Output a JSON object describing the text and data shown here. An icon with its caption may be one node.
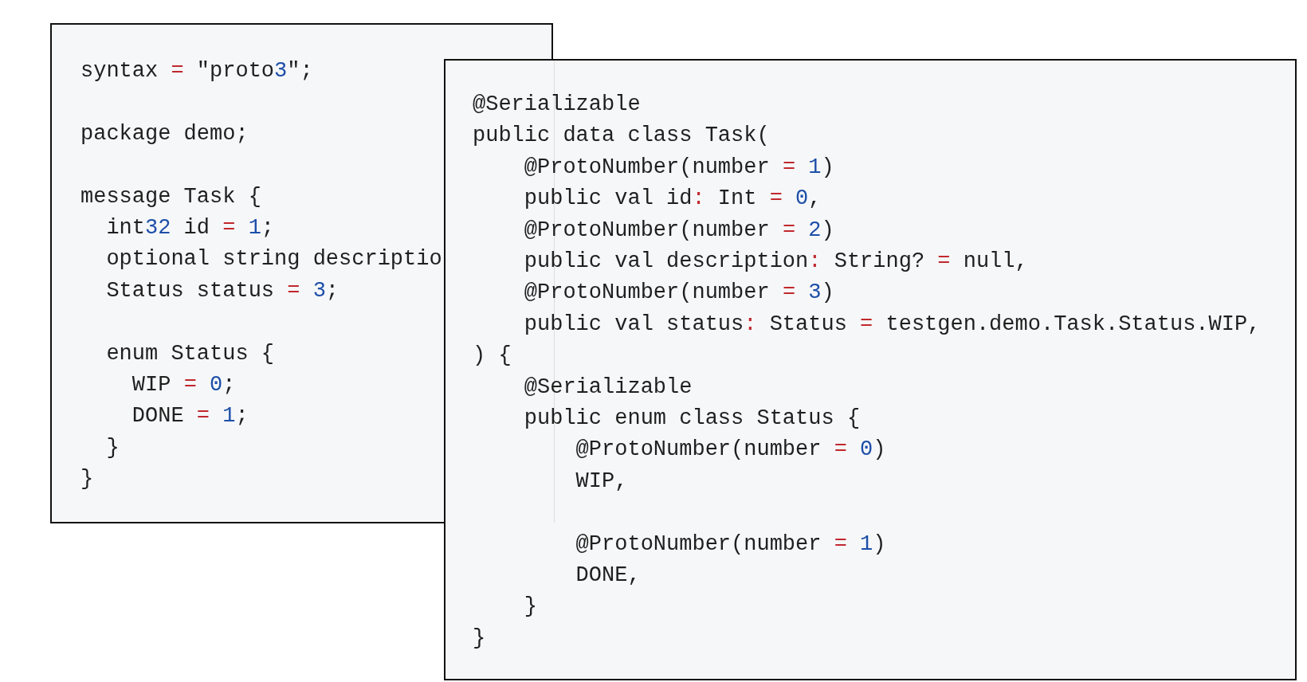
{
  "diagram": {
    "nodes": [
      {
        "text": [
          "syntax = \"proto3\";",
          "package demo;",
          "message Task {",
          "  int32 id = 1;",
          "  optional string descriptio",
          "  Status status = 3;",
          "  enum Status {",
          "    WIP = 0;",
          "    DONE = 1;",
          "  }",
          "}"
        ]
      },
      {
        "text": [
          "@Serializable",
          "public data class Task(",
          "    @ProtoNumber(number = 1)",
          "    public val id: Int = 0,",
          "    @ProtoNumber(number = 2)",
          "    public val description: String? = null,",
          "    @ProtoNumber(number = 3)",
          "    public val status: Status = testgen.demo.Task.Status.WIP,",
          ") {",
          "    @Serializable",
          "    public enum class Status {",
          "        @ProtoNumber(number = 0)",
          "        WIP,",
          "        @ProtoNumber(number = 1)",
          "        DONE,",
          "    }",
          "}"
        ]
      }
    ]
  }
}
